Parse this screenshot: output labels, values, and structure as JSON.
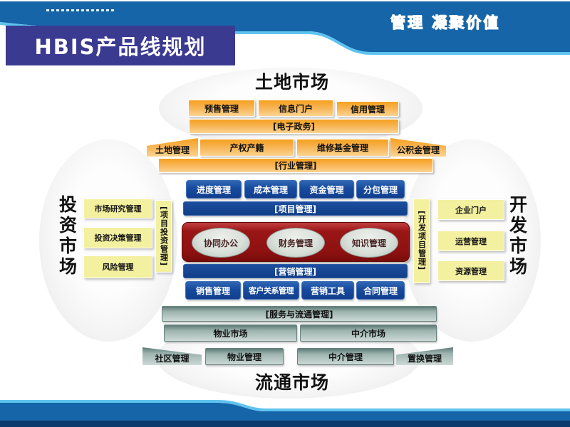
{
  "header": {
    "slogan": "管理 凝聚价值",
    "title": "HBIS产品线规划"
  },
  "diagram": {
    "markets": {
      "top": "土地市场",
      "left": "投资市场",
      "right": "开发市场",
      "bottom": "流通市场"
    },
    "land_row1": [
      "预售管理",
      "信息门户",
      "信用管理"
    ],
    "land_bar1": "[电子政务]",
    "land_row2": [
      "土地管理",
      "产权产籍",
      "维修基金管理",
      "公积金管理"
    ],
    "land_bar2": "[行业管理]",
    "project_row": [
      "进度管理",
      "成本管理",
      "资金管理",
      "分包管理"
    ],
    "project_bar": "[项目管理]",
    "core_items": [
      "协同办公",
      "财务管理",
      "知识管理"
    ],
    "marketing_bar": "[营销管理]",
    "marketing_row": [
      "销售管理",
      "客户关系管理",
      "营销工具",
      "合同管理"
    ],
    "service_bar": "[服务与流通管理]",
    "service_row": [
      "物业市场",
      "中介市场"
    ],
    "bottom_row": [
      "社区管理",
      "物业管理",
      "中介管理",
      "置换管理"
    ],
    "invest_boxes": [
      "市场研究管理",
      "投资决策管理",
      "风险管理"
    ],
    "invest_vertical": "[项目投资管理]",
    "dev_boxes": [
      "企业门户",
      "运营管理",
      "资源管理"
    ],
    "dev_vertical": "[开发项目管理]"
  },
  "colors": {
    "header-blue": "#1565a8",
    "light-blue": "#5fc3ef",
    "title-bg": "#3b3a91",
    "footer-navy": "#0c3a6d",
    "orange1": "#f5a01e",
    "orange2": "#f8b85c",
    "orange3": "#fbd490",
    "blue1": "#2f67b4",
    "blue2": "#174a9e",
    "navy1": "#1c4e9e",
    "navy2": "#113e88",
    "red1": "#c24040",
    "red2": "#8e1111",
    "silver": "#d9dfd9",
    "gray1": "#5f7b77",
    "gray2": "#9db4af",
    "gray3": "#ccd9d5",
    "yellow": "#f3f0a0"
  }
}
